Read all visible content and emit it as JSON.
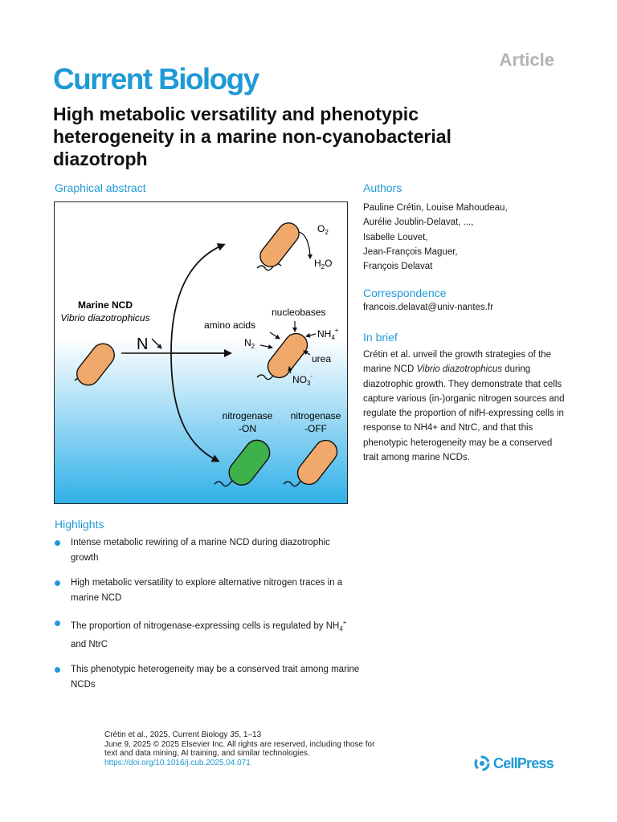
{
  "header": {
    "article_label": "Article",
    "journal": "Current Biology",
    "title_lines": [
      "High metabolic versatility and phenotypic",
      "heterogeneity in a marine non-cyanobacterial",
      "diazotroph"
    ]
  },
  "graphical_abstract": {
    "heading": "Graphical abstract",
    "organism_title": "Marine NCD",
    "organism_species": "Vibrio diazotrophicus",
    "n_arrow_label": "N",
    "o2_label": "O",
    "o2_sub": "2",
    "h2o_label_h": "H",
    "h2o_sub": "2",
    "h2o_label_o": "O",
    "nucleobases": "nucleobases",
    "amino_acids": "amino acids",
    "n2_label": "N",
    "n2_sub": "2",
    "nh4_label": "NH",
    "nh4_sub": "4",
    "nh4_sup": "+",
    "urea": "urea",
    "no3_label": "NO",
    "no3_sub": "3",
    "no3_sup": "-",
    "nitrogenase_on_line1": "nitrogenase",
    "nitrogenase_on_line2": "-ON",
    "nitrogenase_off_line1": "nitrogenase",
    "nitrogenase_off_line2": "-OFF",
    "colors": {
      "cell": "#f0a96a",
      "cell_on": "#3db24a",
      "background_top": "#ffffff",
      "background_bottom": "#2fb0e8"
    }
  },
  "authors": {
    "heading": "Authors",
    "lines": [
      "Pauline Crétin, Louise Mahoudeau,",
      "Aurélie Joublin-Delavat, ...,",
      "Isabelle Louvet,",
      "Jean-François Maguer,",
      "François Delavat"
    ]
  },
  "correspondence": {
    "heading": "Correspondence",
    "email": "francois.delavat@univ-nantes.fr"
  },
  "in_brief": {
    "heading": "In brief",
    "text_before": "Crétin et al. unveil the growth strategies of the marine NCD ",
    "species": "Vibrio diazotrophicus",
    "text_after": " during diazotrophic growth. They demonstrate that cells capture various (in-)organic nitrogen sources and regulate the proportion of nifH-expressing cells in response to NH4+ and NtrC, and that this phenotypic heterogeneity may be a conserved trait among marine NCDs."
  },
  "highlights": {
    "heading": "Highlights",
    "item1": "Intense metabolic rewiring of a marine NCD during diazotrophic growth",
    "item2": "High metabolic versatility to explore alternative nitrogen traces in a marine NCD",
    "item3_before": "The proportion of nitrogenase-expressing cells is regulated by NH",
    "item3_sub": "4",
    "item3_sup": "+",
    "item3_after": " and NtrC",
    "item4": "This phenotypic heterogeneity may be a conserved trait among marine NCDs"
  },
  "footer": {
    "citation_before": "Crétin et al., 2025, Current Biology ",
    "citation_volume": "35",
    "citation_after": ", 1–13",
    "copyright_line1": "June 9, 2025 © 2025 Elsevier Inc. All rights are reserved, including those for",
    "copyright_line2": "text and data mining, AI training, and similar technologies.",
    "doi": "https://doi.org/10.1016/j.cub.2025.04.071"
  },
  "brand": {
    "publisher": "CellPress",
    "icon": "cellpress-logo-icon"
  }
}
